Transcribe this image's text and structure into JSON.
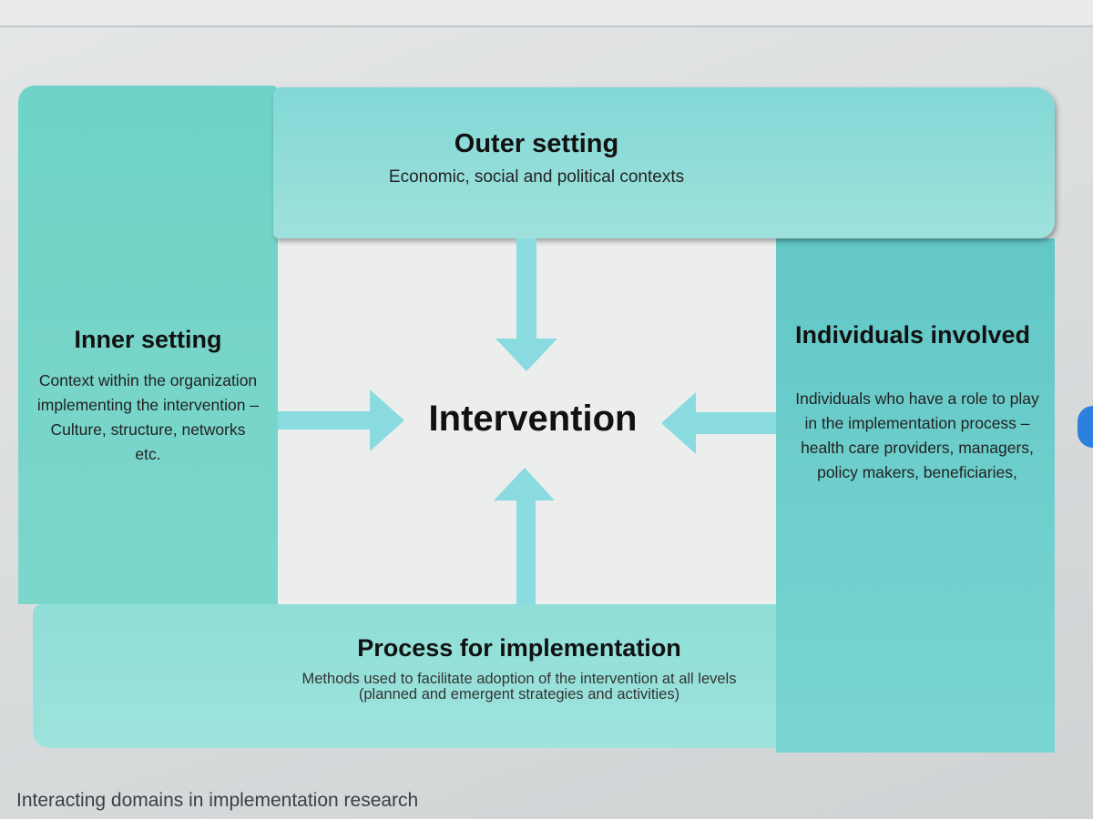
{
  "diagram": {
    "outer_setting": {
      "title": "Outer setting",
      "description": "Economic, social and political contexts"
    },
    "inner_setting": {
      "title": "Inner setting",
      "description": "Context within the organization implementing the intervention – Culture, structure, networks etc."
    },
    "individuals": {
      "title": "Individuals involved",
      "description": "Individuals who have a role to play in the implementation process – health care providers, managers, policy makers, beneficiaries,"
    },
    "process": {
      "title": "Process for implementation",
      "description": "Methods used to facilitate adoption of the intervention at all levels (planned and emergent strategies and activities)"
    },
    "center": {
      "title": "Intervention"
    }
  },
  "caption": "Interacting domains in implementation research",
  "colors": {
    "teal_dark": "#62c7c6",
    "teal_mid": "#7dd6cb",
    "teal_light": "#9fe1dc",
    "arrow": "#8adbe0",
    "center": "#eceeee"
  }
}
